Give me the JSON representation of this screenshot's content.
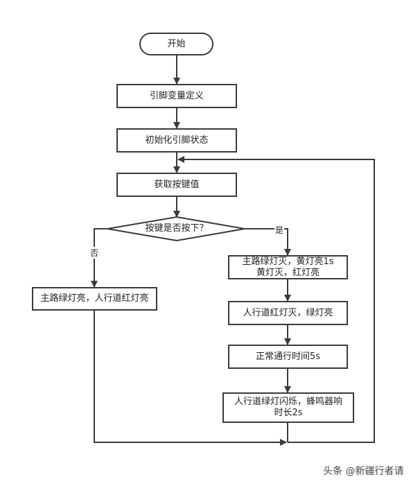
{
  "nodes": {
    "start": "开始",
    "define_pins": "引脚变量定义",
    "init_pins": "初始化引脚状态",
    "get_key": "获取按键值",
    "decision": "按键是否按下？",
    "main_green_ped_red": "主路绿灯亮，人行道红灯亮",
    "step1_line1": "主路绿灯灭，黄灯亮1s",
    "step1_line2": "黄灯灭，红灯亮",
    "step2": "人行道红灯灭，绿灯亮",
    "step3": "正常通行时间5s",
    "step4_line1": "人行道绿灯闪烁，蜂鸣器响",
    "step4_line2": "时长2s"
  },
  "labels": {
    "yes": "是",
    "no": "否"
  },
  "watermark": "头条 @新疆行者请",
  "colors": {
    "stroke": "#3a3a3a",
    "background": "#ffffff"
  }
}
